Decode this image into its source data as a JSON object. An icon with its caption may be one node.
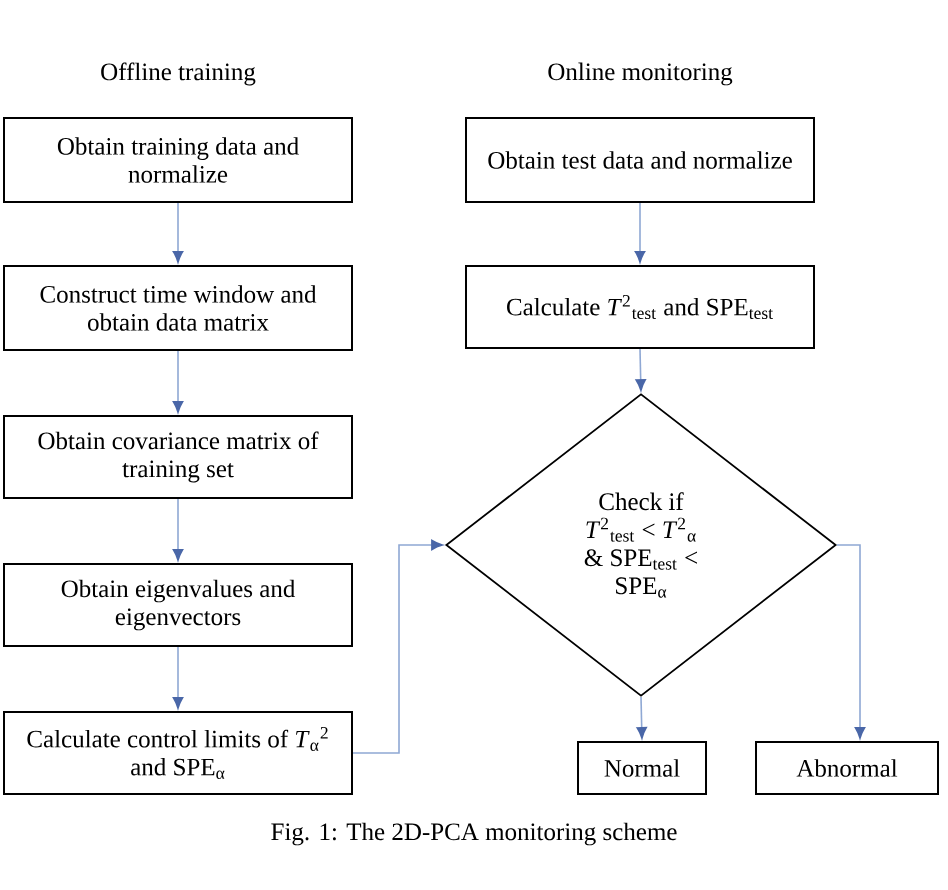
{
  "diagram": {
    "caption": "Fig. 1: The 2D-PCA monitoring scheme",
    "nodes": [
      {
        "text": [
          "Obtain training data and normalize"
        ]
      },
      {
        "text": [
          "Construct time window and obtain data matrix"
        ]
      },
      {
        "text": [
          "Obtain covariance matrix of training set"
        ]
      },
      {
        "text": [
          "Obtain eigenvalues and eigenvectors"
        ]
      },
      {
        "text": [
          "Calculate control limits of *T*$_{α}$$^{2}$ and SPE$_{α}$"
        ]
      },
      {
        "text": [
          "Obtain test data and normalize"
        ]
      },
      {
        "text": [
          "Calculate *T*$^{2}$$_{test}$ and SPE$_{test}$"
        ]
      },
      {
        "text": [
          "Check if *T*$^{2}$$_{test}$ < *T*$^{2}$$_{α}$ & SPE$_{test}$ < SPE$_{α}$"
        ]
      },
      {
        "text": [
          "Normal"
        ]
      },
      {
        "text": [
          "Abnormal"
        ]
      }
    ],
    "edges": [
      {
        "from": 0,
        "to": 1,
        "arrow": "to"
      },
      {
        "from": 1,
        "to": 2,
        "arrow": "to"
      },
      {
        "from": 2,
        "to": 3,
        "arrow": "to"
      },
      {
        "from": 3,
        "to": 4,
        "arrow": "to"
      },
      {
        "from": 4,
        "to": 7,
        "arrow": "to"
      },
      {
        "from": 5,
        "to": 6,
        "arrow": "to"
      },
      {
        "from": 6,
        "to": 7,
        "arrow": "to"
      },
      {
        "from": 7,
        "to": 8,
        "arrow": "to"
      },
      {
        "from": 7,
        "to": 9,
        "arrow": "to"
      }
    ],
    "labels": [
      "Offline training",
      "Online monitoring"
    ]
  }
}
